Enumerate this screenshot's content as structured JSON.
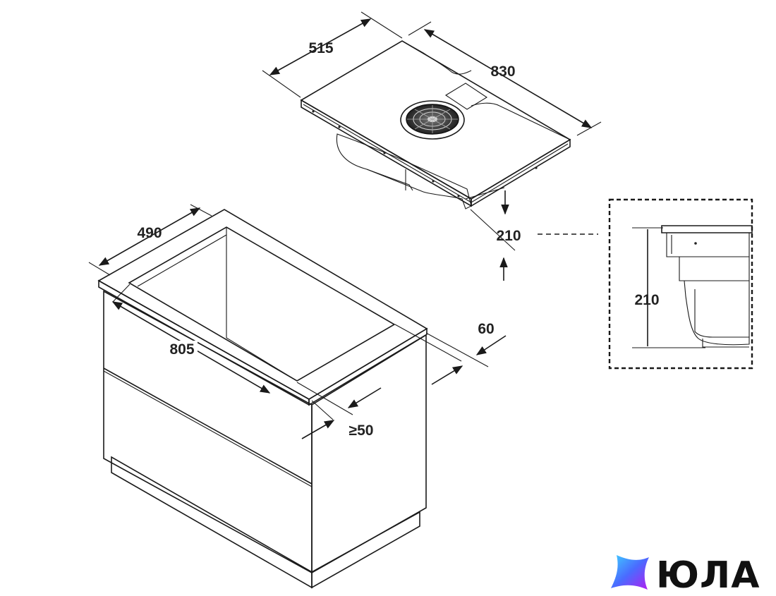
{
  "dimensions": {
    "hob_depth": "515",
    "hob_width": "830",
    "hob_height": "210",
    "cutout_depth": "490",
    "cutout_width": "805",
    "rear_clearance": "60",
    "front_clearance": "≥50",
    "detail_height": "210"
  },
  "logo": {
    "text": "ЮЛА"
  },
  "colors": {
    "line": "#1a1a1a",
    "logo_blue": "#3aa0ff",
    "logo_purple": "#a020f0",
    "countertop_fill": "#e9e9e9"
  }
}
